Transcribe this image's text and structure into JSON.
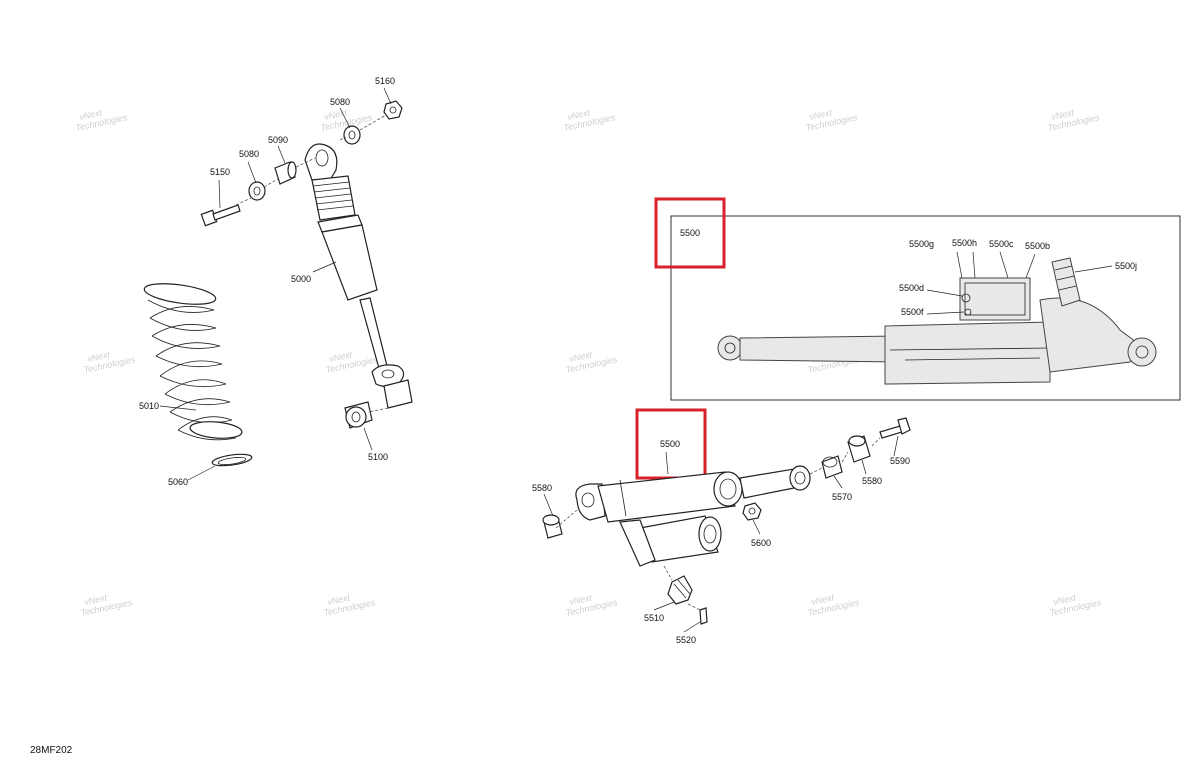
{
  "figure_code": "28MF202",
  "watermark": {
    "line1": "vNext",
    "line2": "Technologies"
  },
  "callouts": {
    "c5160": "5160",
    "c5080a": "5080",
    "c5090": "5090",
    "c5080b": "5080",
    "c5150": "5150",
    "c5000": "5000",
    "c5010": "5010",
    "c5060": "5060",
    "c5100": "5100",
    "c5500box": "5500",
    "c5500g": "5500g",
    "c5500h": "5500h",
    "c5500c": "5500c",
    "c5500b": "5500b",
    "c5500j": "5500j",
    "c5500d": "5500d",
    "c5500f": "5500f",
    "c5500": "5500",
    "c5590": "5590",
    "c5580a": "5580",
    "c5570": "5570",
    "c5580b": "5580",
    "c5600": "5600",
    "c5510": "5510",
    "c5520": "5520"
  },
  "highlight_color": "#d9212e"
}
